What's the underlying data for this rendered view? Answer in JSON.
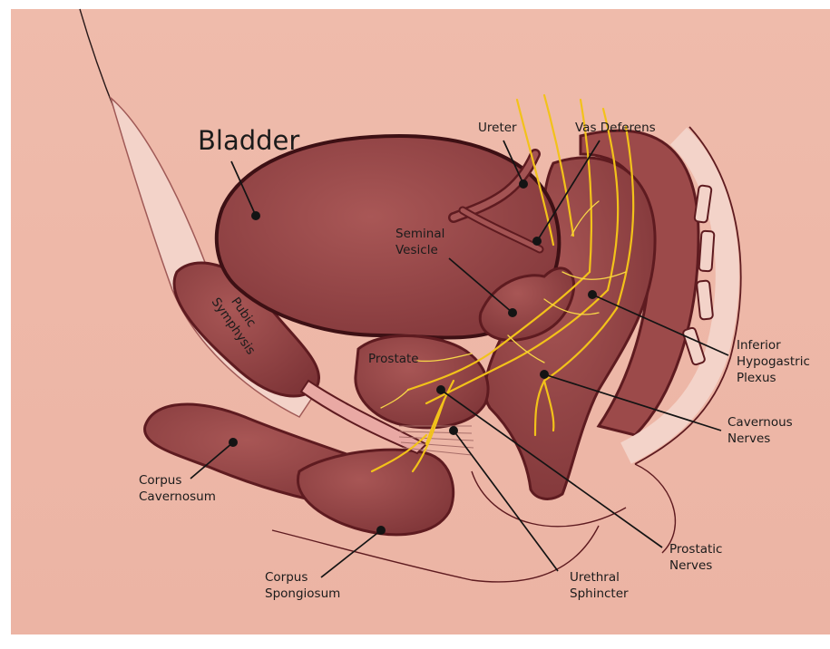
{
  "colors": {
    "background": "#efb9a9",
    "organ": "#9a4a49",
    "organ_dark": "#6e2a2c",
    "outline": "#5e1b20",
    "nerves": "#f2c21a",
    "pale_tissue": "#f3d2c8",
    "label_text": "#1b1b1b"
  },
  "labels": {
    "bladder": "Bladder",
    "ureter": "Ureter",
    "vas_deferens": "Vas Deferens",
    "seminal_vesicle": [
      "Seminal",
      "Vesicle"
    ],
    "pubic_symphysis": [
      "Pubic",
      "Symphysis"
    ],
    "prostate": "Prostate",
    "inferior_hypogastric_plexus": [
      "Inferior",
      "Hypogastric",
      "Plexus"
    ],
    "cavernous_nerves": [
      "Cavernous",
      "Nerves"
    ],
    "corpus_cavernosum": [
      "Corpus",
      "Cavernosum"
    ],
    "prostatic_nerves": [
      "Prostatic",
      "Nerves"
    ],
    "urethral_sphincter": [
      "Urethral",
      "Sphincter"
    ],
    "corpus_spongiosum": [
      "Corpus",
      "Spongiosum"
    ]
  }
}
